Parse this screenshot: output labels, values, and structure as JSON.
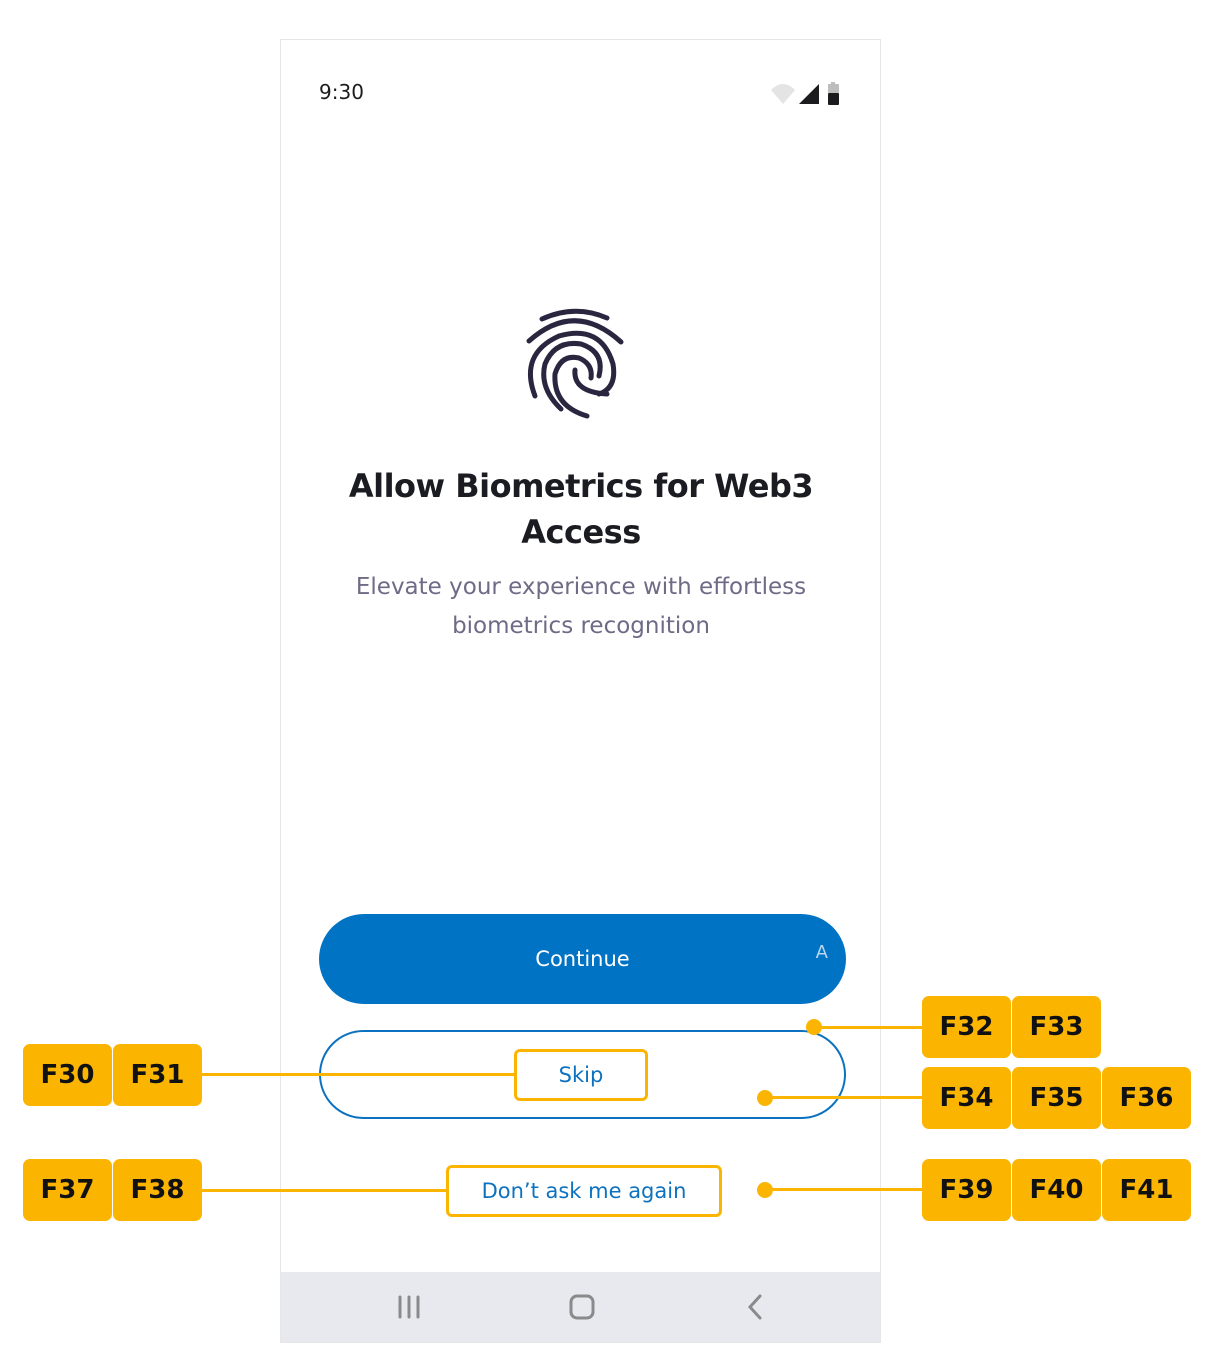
{
  "status_bar": {
    "time": "9:30",
    "icons": [
      "wifi-icon",
      "signal-icon",
      "battery-icon"
    ]
  },
  "main": {
    "icon": "fingerprint-icon",
    "title": "Allow Biometrics for Web3 Access",
    "subtitle": "Elevate your experience with effortless biometrics recognition"
  },
  "buttons": {
    "continue": "Continue",
    "continue_hint": "A",
    "skip": "Skip",
    "dont_ask": "Don’t ask me again"
  },
  "nav_bar": {
    "items": [
      "recent-apps-icon",
      "home-icon",
      "back-icon"
    ]
  },
  "annotations": {
    "skip_left": [
      "F30",
      "F31"
    ],
    "outline_top_right": [
      "F32",
      "F33"
    ],
    "outline_right": [
      "F34",
      "F35",
      "F36"
    ],
    "dont_ask_left": [
      "F37",
      "F38"
    ],
    "dont_ask_right": [
      "F39",
      "F40",
      "F41"
    ]
  },
  "colors": {
    "primary": "#0073c4",
    "annotation": "#fbb500",
    "title": "#1b1b22",
    "subtitle": "#6f6a85",
    "navbar": "#e8e9ee"
  }
}
